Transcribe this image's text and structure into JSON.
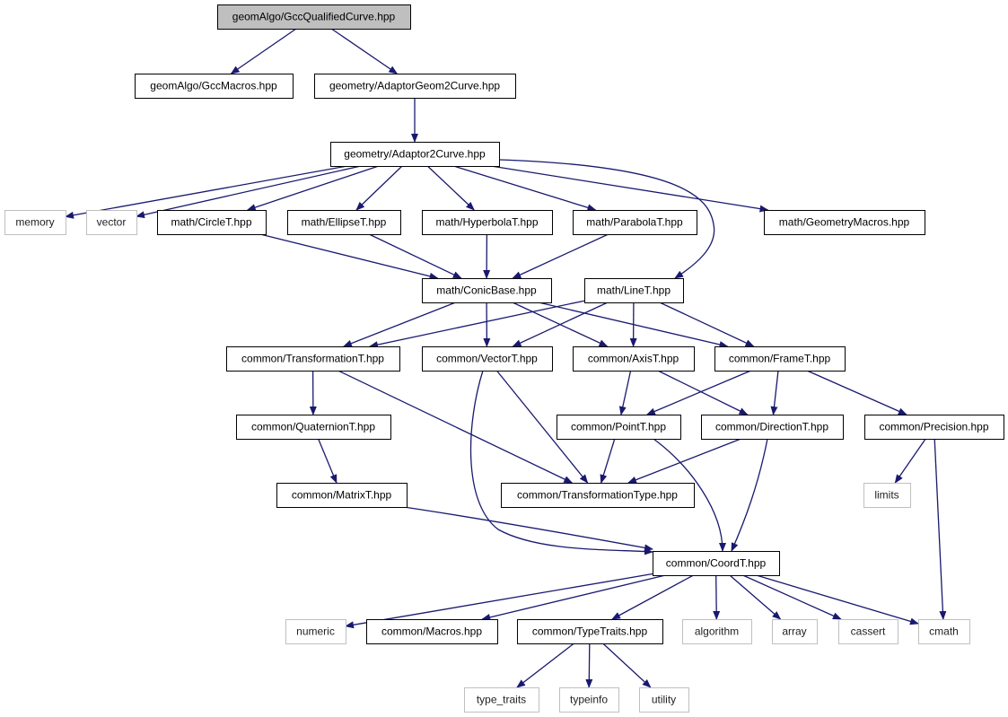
{
  "nodes": [
    {
      "id": "root",
      "label": "geomAlgo/GccQualifiedCurve.hpp",
      "style": "root"
    },
    {
      "id": "gccmacros",
      "label": "geomAlgo/GccMacros.hpp",
      "style": "internal"
    },
    {
      "id": "adaptorgeom2",
      "label": "geometry/AdaptorGeom2Curve.hpp",
      "style": "internal"
    },
    {
      "id": "adaptor2",
      "label": "geometry/Adaptor2Curve.hpp",
      "style": "internal"
    },
    {
      "id": "memory",
      "label": "memory",
      "style": "external"
    },
    {
      "id": "vector",
      "label": "vector",
      "style": "external"
    },
    {
      "id": "circle",
      "label": "math/CircleT.hpp",
      "style": "internal"
    },
    {
      "id": "ellipse",
      "label": "math/EllipseT.hpp",
      "style": "internal"
    },
    {
      "id": "hyperbola",
      "label": "math/HyperbolaT.hpp",
      "style": "internal"
    },
    {
      "id": "parabola",
      "label": "math/ParabolaT.hpp",
      "style": "internal"
    },
    {
      "id": "geommacros",
      "label": "math/GeometryMacros.hpp",
      "style": "internal"
    },
    {
      "id": "conic",
      "label": "math/ConicBase.hpp",
      "style": "internal"
    },
    {
      "id": "line",
      "label": "math/LineT.hpp",
      "style": "internal"
    },
    {
      "id": "transform",
      "label": "common/TransformationT.hpp",
      "style": "internal"
    },
    {
      "id": "vectort",
      "label": "common/VectorT.hpp",
      "style": "internal"
    },
    {
      "id": "axis",
      "label": "common/AxisT.hpp",
      "style": "internal"
    },
    {
      "id": "frame",
      "label": "common/FrameT.hpp",
      "style": "internal"
    },
    {
      "id": "quaternion",
      "label": "common/QuaternionT.hpp",
      "style": "internal"
    },
    {
      "id": "point",
      "label": "common/PointT.hpp",
      "style": "internal"
    },
    {
      "id": "direction",
      "label": "common/DirectionT.hpp",
      "style": "internal"
    },
    {
      "id": "precision",
      "label": "common/Precision.hpp",
      "style": "internal"
    },
    {
      "id": "matrix",
      "label": "common/MatrixT.hpp",
      "style": "internal"
    },
    {
      "id": "transtype",
      "label": "common/TransformationType.hpp",
      "style": "internal"
    },
    {
      "id": "limits",
      "label": "limits",
      "style": "external"
    },
    {
      "id": "coord",
      "label": "common/CoordT.hpp",
      "style": "internal"
    },
    {
      "id": "numeric",
      "label": "numeric",
      "style": "external"
    },
    {
      "id": "macros",
      "label": "common/Macros.hpp",
      "style": "internal"
    },
    {
      "id": "typetraits",
      "label": "common/TypeTraits.hpp",
      "style": "internal"
    },
    {
      "id": "algorithm",
      "label": "algorithm",
      "style": "external"
    },
    {
      "id": "array",
      "label": "array",
      "style": "external"
    },
    {
      "id": "cassert",
      "label": "cassert",
      "style": "external"
    },
    {
      "id": "cmath",
      "label": "cmath",
      "style": "external"
    },
    {
      "id": "type_traits",
      "label": "type_traits",
      "style": "external"
    },
    {
      "id": "typeinfo",
      "label": "typeinfo",
      "style": "external"
    },
    {
      "id": "utility",
      "label": "utility",
      "style": "external"
    }
  ],
  "edges": [
    {
      "from": "root",
      "to": "gccmacros"
    },
    {
      "from": "root",
      "to": "adaptorgeom2"
    },
    {
      "from": "adaptorgeom2",
      "to": "adaptor2"
    },
    {
      "from": "adaptor2",
      "to": "memory"
    },
    {
      "from": "adaptor2",
      "to": "vector"
    },
    {
      "from": "adaptor2",
      "to": "circle"
    },
    {
      "from": "adaptor2",
      "to": "ellipse"
    },
    {
      "from": "adaptor2",
      "to": "hyperbola"
    },
    {
      "from": "adaptor2",
      "to": "parabola"
    },
    {
      "from": "adaptor2",
      "to": "geommacros"
    },
    {
      "from": "adaptor2",
      "to": "line"
    },
    {
      "from": "circle",
      "to": "conic"
    },
    {
      "from": "ellipse",
      "to": "conic"
    },
    {
      "from": "hyperbola",
      "to": "conic"
    },
    {
      "from": "parabola",
      "to": "conic"
    },
    {
      "from": "conic",
      "to": "transform"
    },
    {
      "from": "conic",
      "to": "vectort"
    },
    {
      "from": "conic",
      "to": "axis"
    },
    {
      "from": "conic",
      "to": "frame"
    },
    {
      "from": "line",
      "to": "transform"
    },
    {
      "from": "line",
      "to": "vectort"
    },
    {
      "from": "line",
      "to": "axis"
    },
    {
      "from": "line",
      "to": "frame"
    },
    {
      "from": "transform",
      "to": "quaternion"
    },
    {
      "from": "transform",
      "to": "transtype"
    },
    {
      "from": "vectort",
      "to": "transtype"
    },
    {
      "from": "vectort",
      "to": "coord"
    },
    {
      "from": "axis",
      "to": "point"
    },
    {
      "from": "axis",
      "to": "direction"
    },
    {
      "from": "frame",
      "to": "point"
    },
    {
      "from": "frame",
      "to": "direction"
    },
    {
      "from": "frame",
      "to": "precision"
    },
    {
      "from": "quaternion",
      "to": "matrix"
    },
    {
      "from": "matrix",
      "to": "coord"
    },
    {
      "from": "point",
      "to": "transtype"
    },
    {
      "from": "point",
      "to": "coord"
    },
    {
      "from": "direction",
      "to": "transtype"
    },
    {
      "from": "direction",
      "to": "coord"
    },
    {
      "from": "precision",
      "to": "limits"
    },
    {
      "from": "precision",
      "to": "cmath"
    },
    {
      "from": "coord",
      "to": "numeric"
    },
    {
      "from": "coord",
      "to": "macros"
    },
    {
      "from": "coord",
      "to": "typetraits"
    },
    {
      "from": "coord",
      "to": "algorithm"
    },
    {
      "from": "coord",
      "to": "array"
    },
    {
      "from": "coord",
      "to": "cassert"
    },
    {
      "from": "coord",
      "to": "cmath"
    },
    {
      "from": "typetraits",
      "to": "type_traits"
    },
    {
      "from": "typetraits",
      "to": "typeinfo"
    },
    {
      "from": "typetraits",
      "to": "utility"
    }
  ],
  "colors": {
    "edge": "#191970",
    "root_fill": "#bfbfbf",
    "node_border": "#000000",
    "external_border": "#bfbfbf",
    "background": "#ffffff"
  }
}
